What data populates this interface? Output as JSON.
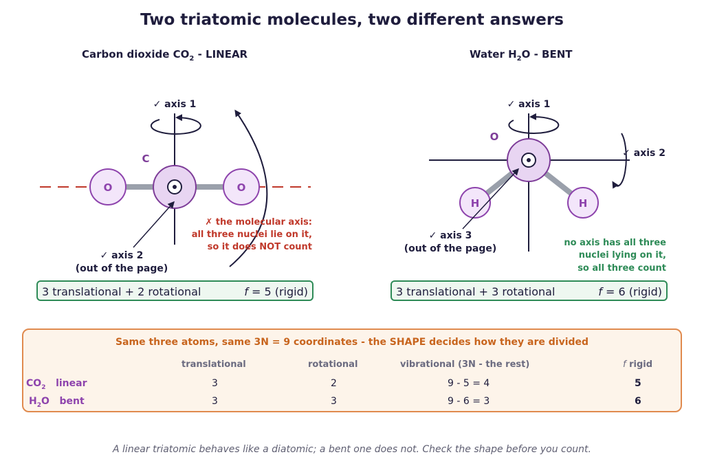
{
  "title": "Two triatomic molecules, two different answers",
  "left_panel": {
    "title_prefix": "Carbon dioxide  CO",
    "title_sub": "2",
    "title_suffix": "  -  LINEAR",
    "atoms": {
      "o_left": "O",
      "center": "C",
      "o_right": "O"
    },
    "axis1": "✓ axis 1",
    "axis2": [
      "✓ axis 2",
      "(out of the page)"
    ],
    "molecular_axis_note": [
      "✗ the molecular axis:",
      "all three nuclei lie on it,",
      "so it does NOT count"
    ],
    "dof": {
      "text": "3 translational  +  2 rotational",
      "f_symbol": "f",
      "f_value": " = 5  (rigid)"
    }
  },
  "right_panel": {
    "title_prefix": "Water  H",
    "title_sub": "2",
    "title_suffix": "O  -  BENT",
    "atoms": {
      "center": "O",
      "h_left": "H",
      "h_right": "H"
    },
    "axis1": "✓ axis 1",
    "axis2": "✓ axis 2",
    "axis3": [
      "✓ axis 3",
      "(out of the page)"
    ],
    "note": [
      "no axis has all three",
      "nuclei lying on it,",
      "so all three count"
    ],
    "dof": {
      "text": "3 translational  +  3 rotational",
      "f_symbol": "f",
      "f_value": " = 6  (rigid)"
    }
  },
  "summary": {
    "heading": "Same three atoms, same 3N = 9 coordinates - the SHAPE decides how they are divided",
    "columns": [
      "translational",
      "rotational",
      "vibrational  (3N - the rest)",
      "f",
      " rigid"
    ],
    "rows": [
      {
        "mol": "CO",
        "sub": "2",
        "mol_rest": "",
        "shape": "linear",
        "translational": "3",
        "rotational": "2",
        "vibrational": "9 - 5 = 4",
        "f": "5"
      },
      {
        "mol": "H",
        "sub": "2",
        "mol_rest": "O",
        "shape": "bent",
        "translational": "3",
        "rotational": "3",
        "vibrational": "9 - 6 = 3",
        "f": "6"
      }
    ]
  },
  "footer": "A linear triatomic behaves like a diatomic; a bent one does not. Check the shape before you count.",
  "colors": {
    "ink": "#1f1d3d",
    "atom_purple": "#8e44ad",
    "atom_fill": "#f3e6fa",
    "center_fill": "#e8d5f2",
    "warn_red": "#c0392b",
    "ok_green": "#2e8b57",
    "summary_orange": "#c8651e",
    "bond_gray": "#9aa0ab"
  }
}
